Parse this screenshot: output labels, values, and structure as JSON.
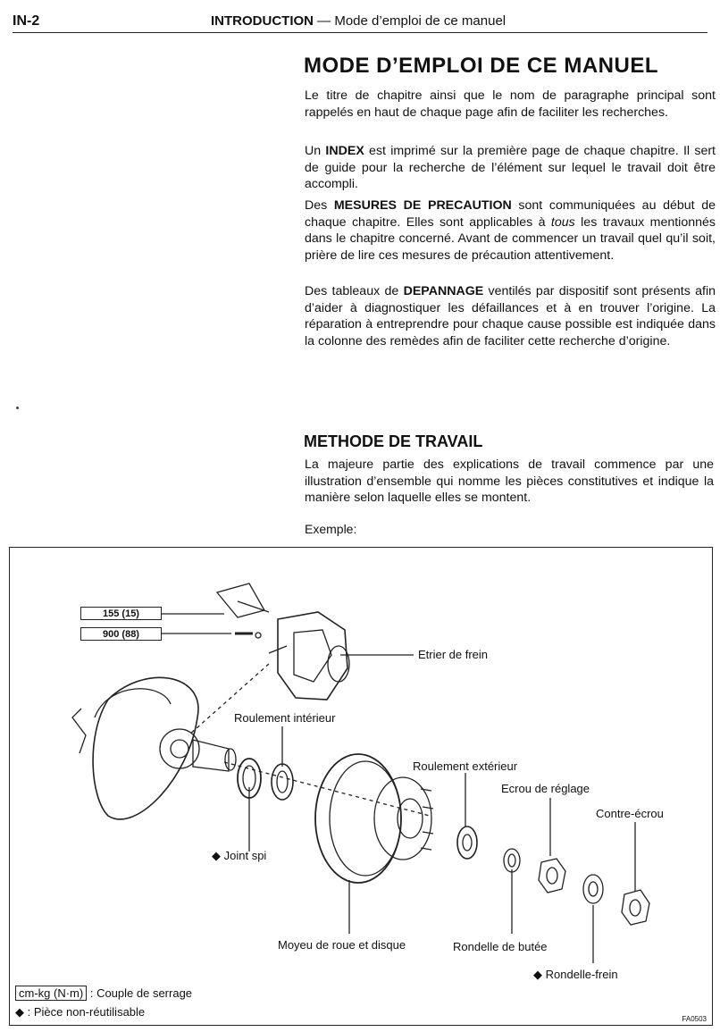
{
  "header": {
    "page_number": "IN-2",
    "section": "INTRODUCTION",
    "subtitle": "— Mode d’emploi de ce manuel"
  },
  "main": {
    "title": "MODE D’EMPLOI DE CE MANUEL",
    "p1": "Le titre de chapitre ainsi que le nom de paragraphe principal sont rappelés en haut de chaque page afin de faciliter les recherches.",
    "p2_pre": "Un ",
    "p2_bold": "INDEX",
    "p2_post": " est imprimé sur la première page de chaque chapitre. Il sert de guide pour la recherche de l’élément sur lequel le travail doit être accompli.",
    "p3_pre": "Des ",
    "p3_bold": "MESURES DE PRECAUTION",
    "p3_mid": " sont communiquées au début de chaque chapitre. Elles sont applicables à ",
    "p3_italic": "tous",
    "p3_post": " les travaux mentionnés dans le chapitre concerné. Avant de commencer un travail quel qu’il soit, prière de lire ces mesures de précaution attentivement.",
    "p4_pre": "Des tableaux de ",
    "p4_bold": "DEPANNAGE",
    "p4_post": " ventilés par dispositif sont présents afin d’aider à diagnostiquer les défaillances et à en trouver l’origine. La réparation à entreprendre pour chaque cause possible est indiquée dans la colonne des remèdes afin de faciliter cette recherche d’origine."
  },
  "methode": {
    "title": "METHODE DE TRAVAIL",
    "text": "La majeure partie des explications de travail commence par une illustration d’ensemble qui nomme les pièces constitutives et indique la manière selon laquelle elles se montent.",
    "exemple": "Exemple:"
  },
  "figure": {
    "torque_1": "155 (15)",
    "torque_2": "900 (88)",
    "labels": {
      "etrier": "Etrier de frein",
      "roulement_int": "Roulement intérieur",
      "roulement_ext": "Roulement extérieur",
      "ecrou_reglage": "Ecrou de réglage",
      "contre_ecrou": "Contre-écrou",
      "joint_spi": "Joint spi",
      "moyeu": "Moyeu de roue et disque",
      "rondelle_butee": "Rondelle de butée",
      "rondelle_frein": "Rondelle-frein"
    },
    "diamond": "◆",
    "legend_unit": "cm-kg (N·m)",
    "legend_couple": ": Couple de serrage",
    "legend_piece": ": Pièce non-réutilisable",
    "code": "FA0503"
  }
}
